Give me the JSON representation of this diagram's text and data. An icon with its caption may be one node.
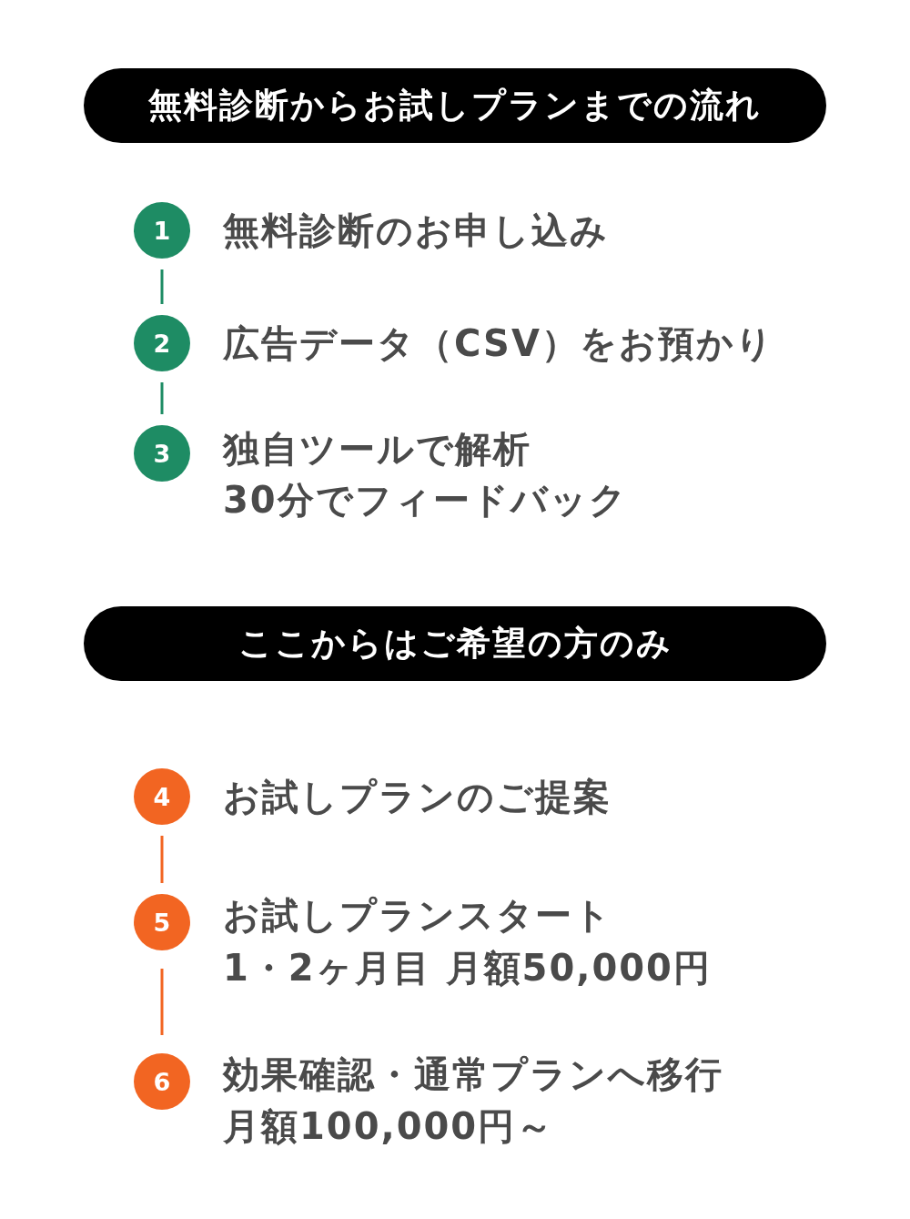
{
  "diagram": {
    "nodes": [
      {
        "text": [
          "無料診断からお試しプランまでの流れ"
        ]
      },
      {
        "text": [
          "1"
        ],
        "beside": [
          "無料診断のお申し込み"
        ]
      },
      {
        "text": [
          "2"
        ],
        "beside": [
          "広告データ（CSV）をお預かり"
        ]
      },
      {
        "text": [
          "3"
        ],
        "beside": [
          "独自ツールで解析",
          "30分でフィードバック"
        ]
      },
      {
        "text": [
          "ここからはご希望の方のみ"
        ]
      },
      {
        "text": [
          "4"
        ],
        "beside": [
          "お試しプランのご提案"
        ]
      },
      {
        "text": [
          "5"
        ],
        "beside": [
          "お試しプランスタート",
          "1・2ヶ月目 月額50,000円"
        ]
      },
      {
        "text": [
          "6"
        ],
        "beside": [
          "効果確認・通常プランへ移行",
          "月額100,000円～"
        ]
      }
    ],
    "edges": [
      {
        "from": 1,
        "to": 2,
        "arrow": "none",
        "color": "#1e8c64"
      },
      {
        "from": 2,
        "to": 3,
        "arrow": "none",
        "color": "#1e8c64"
      },
      {
        "from": 5,
        "to": 6,
        "arrow": "none",
        "color": "#f26522"
      },
      {
        "from": 6,
        "to": 7,
        "arrow": "none",
        "color": "#f26522"
      }
    ]
  }
}
